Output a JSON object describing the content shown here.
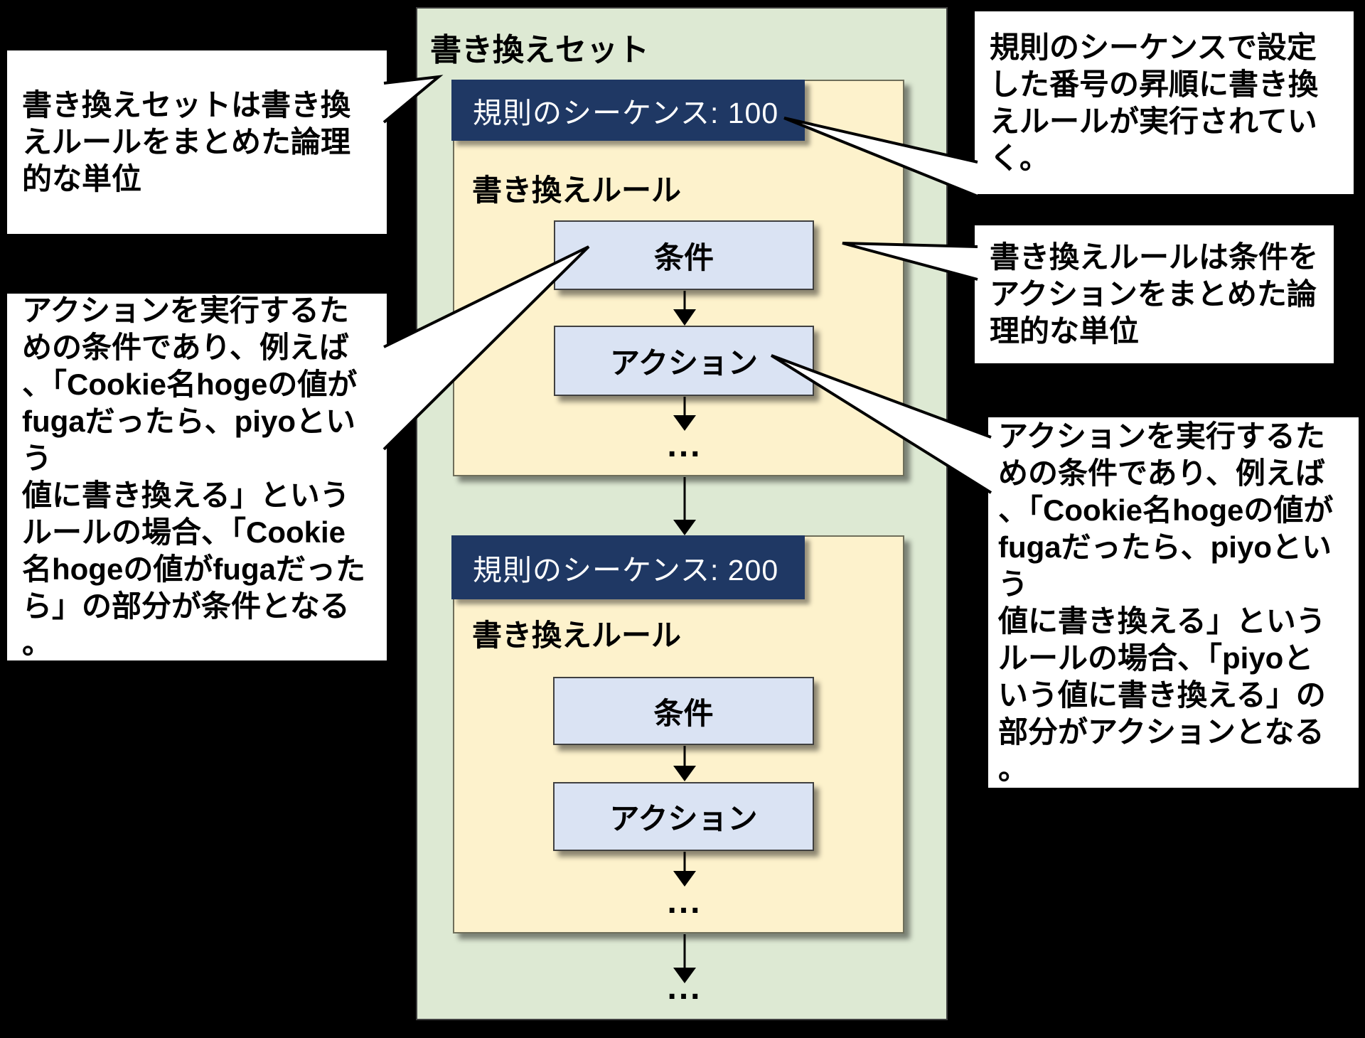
{
  "title": "書き換えセット",
  "colors": {
    "background": "#000000",
    "set_fill": "#dde9d3",
    "rule_fill": "#fdf2cc",
    "sequence_header_fill": "#1f3864",
    "node_fill": "#dae3f3",
    "callout_fill": "#ffffff",
    "text": "#000000",
    "header_text": "#ffffff"
  },
  "groups": [
    {
      "sequence": "規則のシーケンス: 100",
      "rule": "書き換えルール",
      "condition": "条件",
      "action": "アクション",
      "more": "..."
    },
    {
      "sequence": "規則のシーケンス: 200",
      "rule": "書き換えルール",
      "condition": "条件",
      "action": "アクション",
      "more": "..."
    }
  ],
  "trailing_more": "...",
  "callouts": {
    "top_left": {
      "lines": [
        "書き換えセットは書き換",
        "えルールをまとめた論理",
        "的な単位"
      ]
    },
    "middle_left": {
      "lines": [
        "アクションを実行するた",
        "めの条件であり、例えば",
        "、「Cookie名hogeの値が",
        "fugaだったら、piyoという",
        "値に書き換える」という",
        "ルールの場合、「Cookie",
        "名hogeの値がfugaだった",
        "ら」の部分が条件となる",
        "。"
      ]
    },
    "top_right": {
      "lines": [
        "規則のシーケンスで設定",
        "した番号の昇順に書き換",
        "えルールが実行されてい",
        "く。"
      ]
    },
    "middle_right": {
      "lines": [
        "書き換えルールは条件を",
        "アクションをまとめた論",
        "理的な単位"
      ]
    },
    "bottom_right": {
      "lines": [
        "アクションを実行するた",
        "めの条件であり、例えば",
        "、「Cookie名hogeの値が",
        "fugaだったら、piyoという",
        "値に書き換える」という",
        "ルールの場合、「piyoと",
        "いう値に書き換える」の",
        "部分がアクションとなる",
        "。"
      ]
    }
  }
}
